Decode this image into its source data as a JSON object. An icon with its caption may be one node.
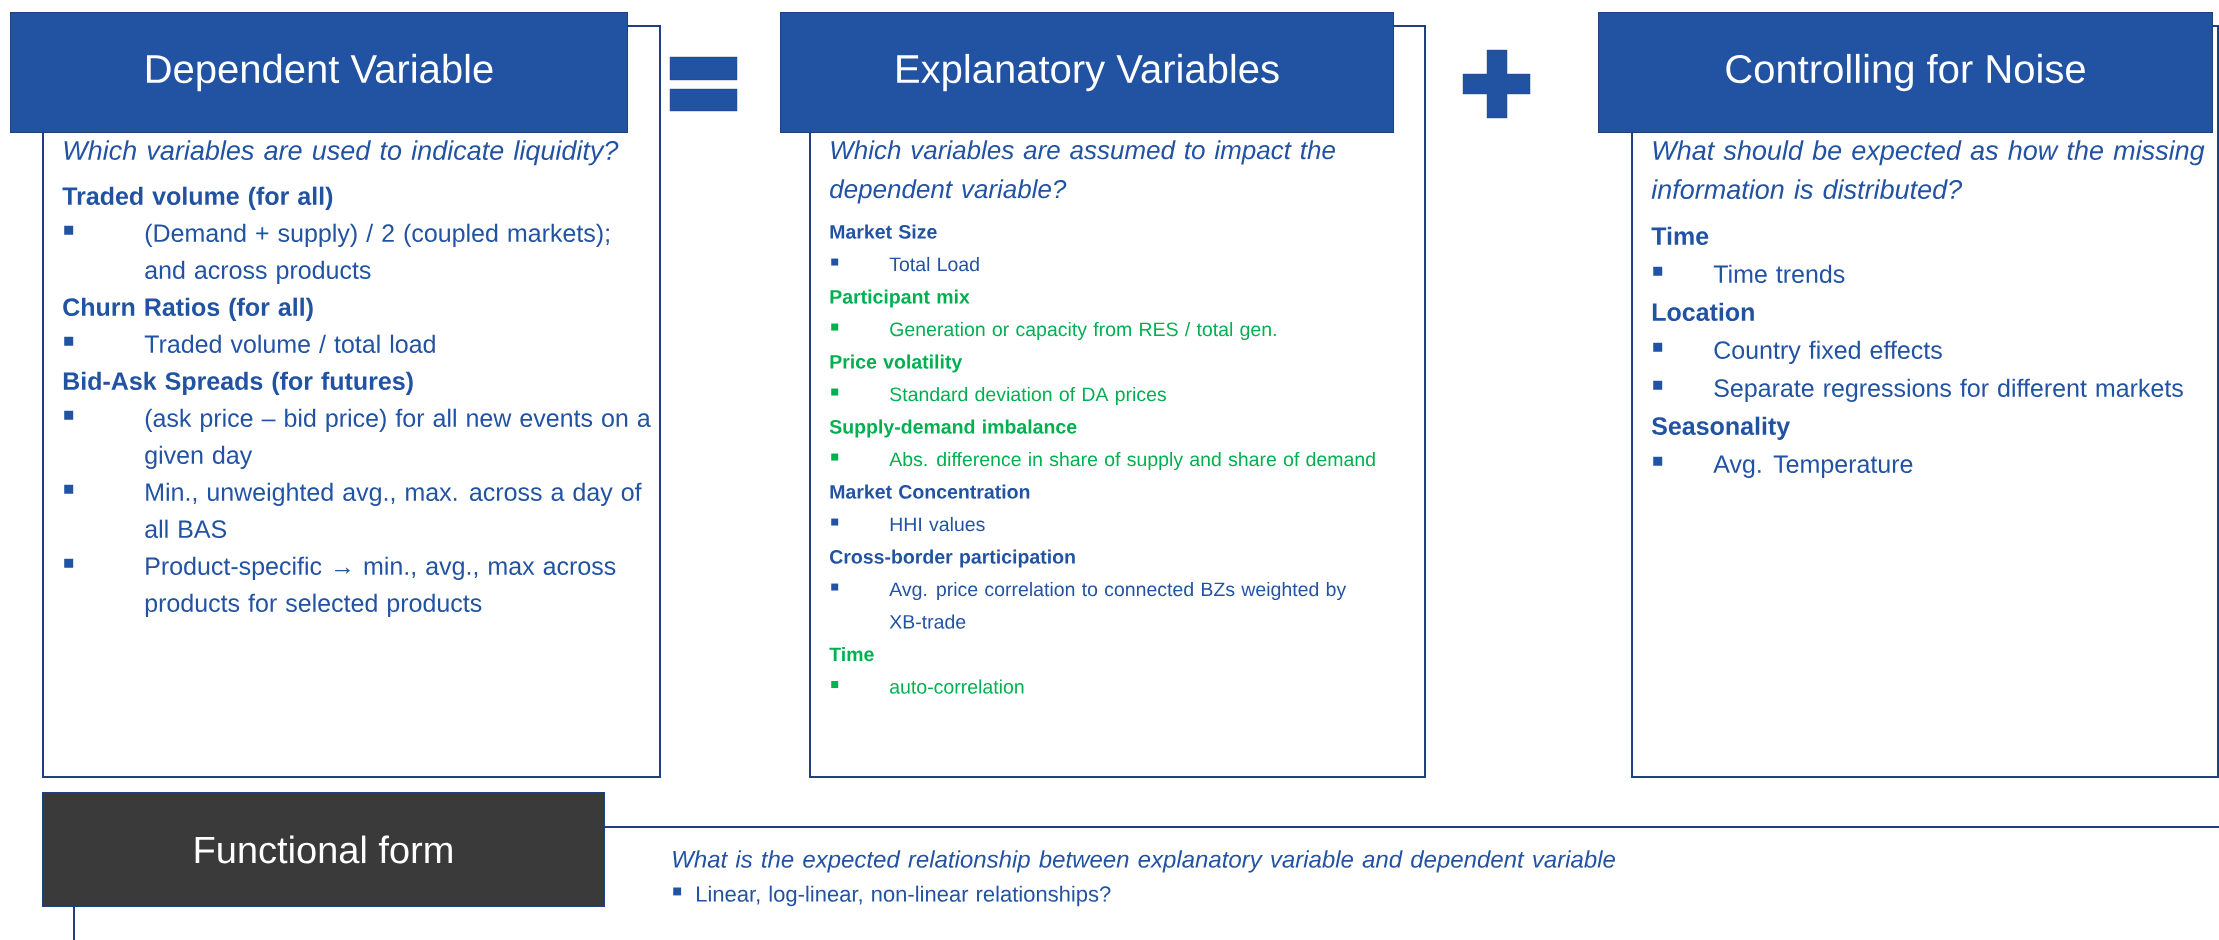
{
  "diagram": {
    "nodes": [
      {
        "text": [
          "Dependent Variable"
        ]
      },
      {
        "text": [
          "Which variables are used to indicate liquidity?",
          "Traded volume (for all)",
          "(Demand + supply) / 2 (coupled markets); and across products",
          "Churn Ratios (for all)",
          "Traded volume / total load",
          "Bid-Ask Spreads (for futures)",
          "(ask price – bid price) for all new events on a given day",
          "Min., unweighted avg., max. across a day of all BAS",
          "Product-specific → min., avg., max across products for selected products"
        ]
      },
      {
        "text": [
          "Explanatory Variables"
        ]
      },
      {
        "text": [
          "Which variables are assumed to impact the dependent variable?",
          "Market Size",
          "Total Load",
          "Participant mix",
          "Generation or capacity from RES / total gen.",
          "Price volatility",
          "Standard deviation of DA prices",
          "Supply-demand imbalance",
          "Abs. difference in share of supply and share of demand",
          "Market Concentration",
          "HHI values",
          "Cross-border participation",
          "Avg. price correlation to connected BZs weighted by XB-trade",
          "Time",
          "auto-correlation"
        ]
      },
      {
        "text": [
          "Controlling for Noise"
        ]
      },
      {
        "text": [
          "What should be expected as how the missing information is distributed?",
          "Time",
          "Time trends",
          "Location",
          "Country fixed effects",
          "Separate regressions for different markets",
          "Seasonality",
          "Avg. Temperature"
        ]
      },
      {
        "text": [
          "Functional form"
        ]
      },
      {
        "text": [
          "What is the expected relationship between explanatory variable and dependent variable",
          "Linear, log-linear, non-linear relationships?"
        ]
      }
    ]
  }
}
